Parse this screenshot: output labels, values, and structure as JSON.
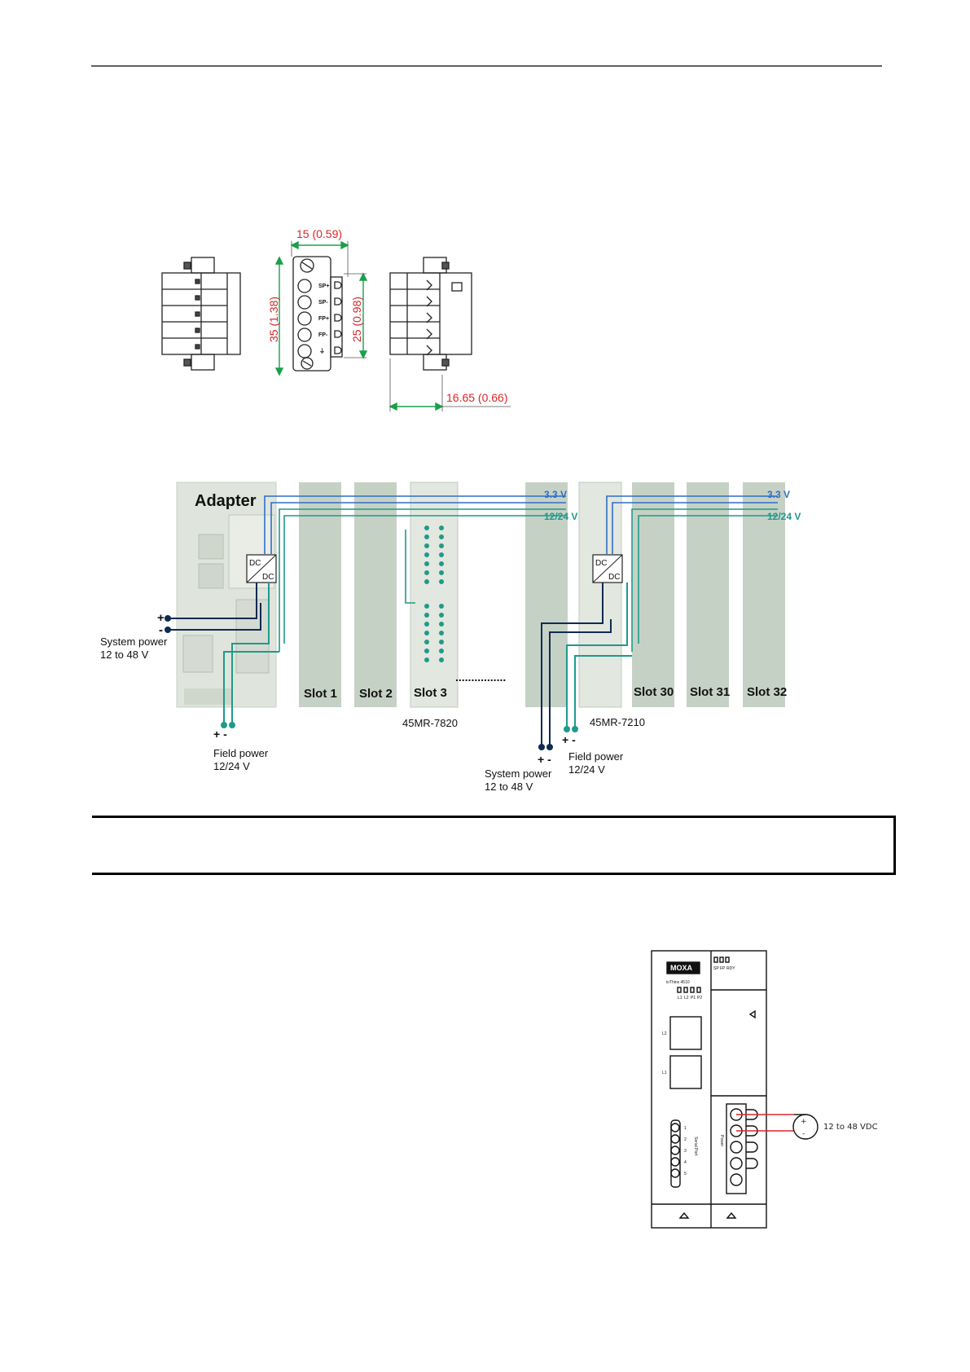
{
  "connector": {
    "dim_top": "15 (0.59)",
    "dim_left": "35 (1.38)",
    "dim_right": "25 (0.98)",
    "dim_bottom": "16.65 (0.66)",
    "pins": [
      "SP+",
      "SP-",
      "FP+",
      "FP-",
      "⏚"
    ]
  },
  "power_diagram": {
    "adapter_label": "Adapter",
    "dc_top": "DC",
    "dc_bottom": "DC",
    "rail_3v3": "3.3 V",
    "rail_field": "12/24 V",
    "plus": "+",
    "minus": "-",
    "plus_minus": "+ -",
    "system_power_line1": "System power",
    "system_power_line2": "12 to 48 V",
    "field_power_line1": "Field power",
    "field_power_line2": "12/24 V",
    "slots": [
      "Slot 1",
      "Slot 2",
      "Slot 3",
      "Slot 30",
      "Slot 31",
      "Slot 32"
    ],
    "module_a": "45MR-7820",
    "module_b": "45MR-7210",
    "ellipsis": "................"
  },
  "device": {
    "brand": "MOXA",
    "model": "ioThinx 4510",
    "leds_top": [
      "SP",
      "FP",
      "RDY"
    ],
    "leds_main": [
      "L1",
      "L2",
      "P1",
      "P2"
    ],
    "port_l2": "L2",
    "port_l1": "L1",
    "serial_label": "Serial Port",
    "power_label": "Power",
    "serial_pins": [
      "1",
      "2",
      "3",
      "4",
      "5"
    ],
    "supply_label": "12 to 48 VDC"
  }
}
